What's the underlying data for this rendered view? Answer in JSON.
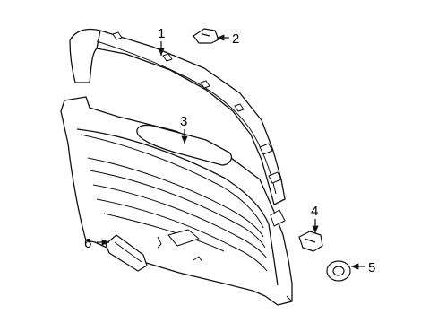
{
  "callouts": [
    {
      "number": "1"
    },
    {
      "number": "2"
    },
    {
      "number": "3"
    },
    {
      "number": "4"
    },
    {
      "number": "5"
    },
    {
      "number": "6"
    }
  ],
  "colors": {
    "line": "#111111",
    "background": "#ffffff"
  }
}
